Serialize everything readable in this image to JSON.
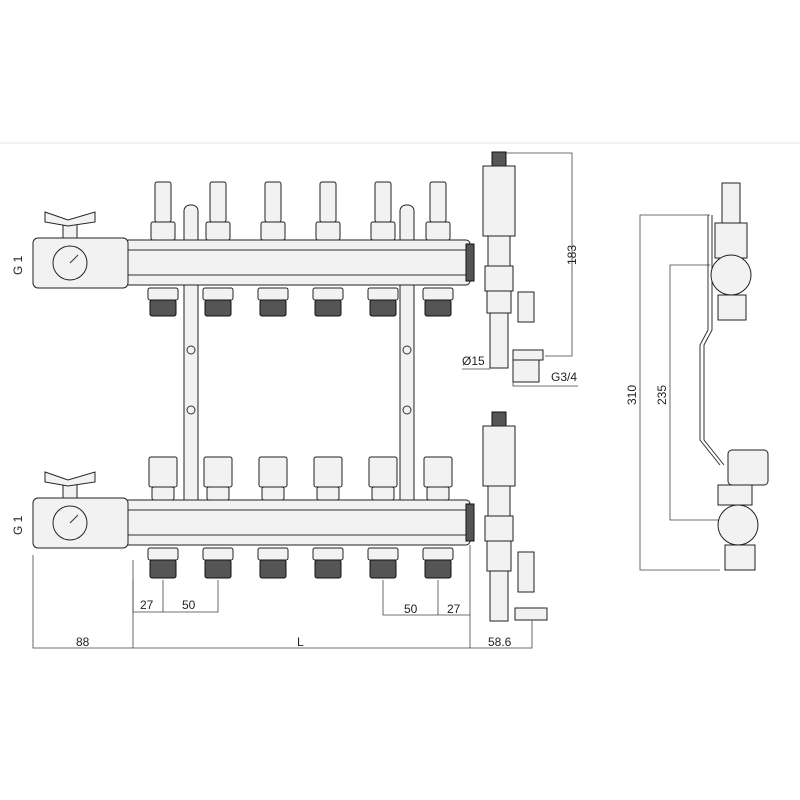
{
  "drawing": {
    "labels": {
      "inlet_top": "G 1",
      "inlet_bottom": "G 1",
      "vent_height": "183",
      "hose_diameter": "Ø15",
      "drain_thread": "G3/4",
      "total_height": "310",
      "axis_distance": "235",
      "first_offset_left": "27",
      "pitch_left": "50",
      "pitch_right": "50",
      "first_offset_right": "27",
      "valve_length": "88",
      "manifold_length": "L",
      "end_length": "58.6"
    },
    "outlet_count": 6
  }
}
